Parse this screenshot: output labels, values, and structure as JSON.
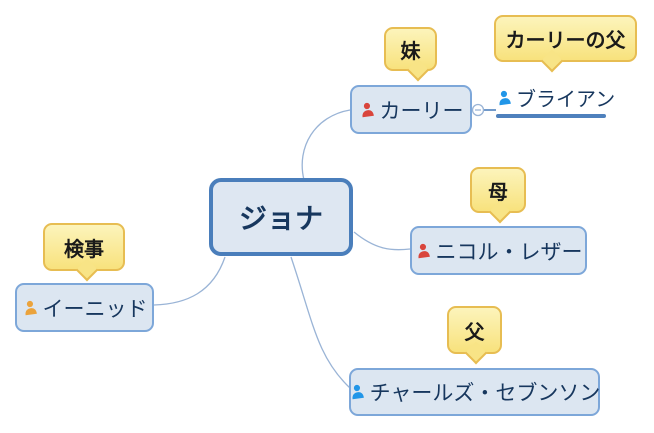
{
  "topics": {
    "jona": {
      "label": "ジョナ"
    },
    "carly": {
      "label": "カーリー"
    },
    "brian": {
      "label": "ブライアン"
    },
    "nicole": {
      "label": "ニコル・レザー"
    },
    "charles": {
      "label": "チャールズ・セブンソン"
    },
    "enid": {
      "label": "イーニッド"
    }
  },
  "callouts": {
    "sister": {
      "label": "妹",
      "target": "carly"
    },
    "carlys_father": {
      "label": "カーリーの父",
      "target": "brian"
    },
    "mother": {
      "label": "母",
      "target": "nicole"
    },
    "father": {
      "label": "父",
      "target": "charles"
    },
    "prosecutor": {
      "label": "検事",
      "target": "enid"
    }
  },
  "icons": {
    "carly": "person-icon-red",
    "brian": "person-icon-blue",
    "nicole": "person-icon-red",
    "charles": "person-icon-blue",
    "enid": "person-icon-orange"
  },
  "colors": {
    "canvas_bg": "#ffffff",
    "root_border": "#4a7ebb",
    "topic_border": "#7da7d9",
    "topic_fill": "#dce6f1",
    "topic_text": "#17375e",
    "callout_border": "#e7bd52",
    "callout_fill": "#f8e27d",
    "callout_text": "#1a1a1a",
    "connector_line": "#9ab4d6",
    "brian_underline": "#4f81bd",
    "icon_red": "#d9453c",
    "icon_blue": "#2196e8",
    "icon_orange": "#eba33c"
  }
}
